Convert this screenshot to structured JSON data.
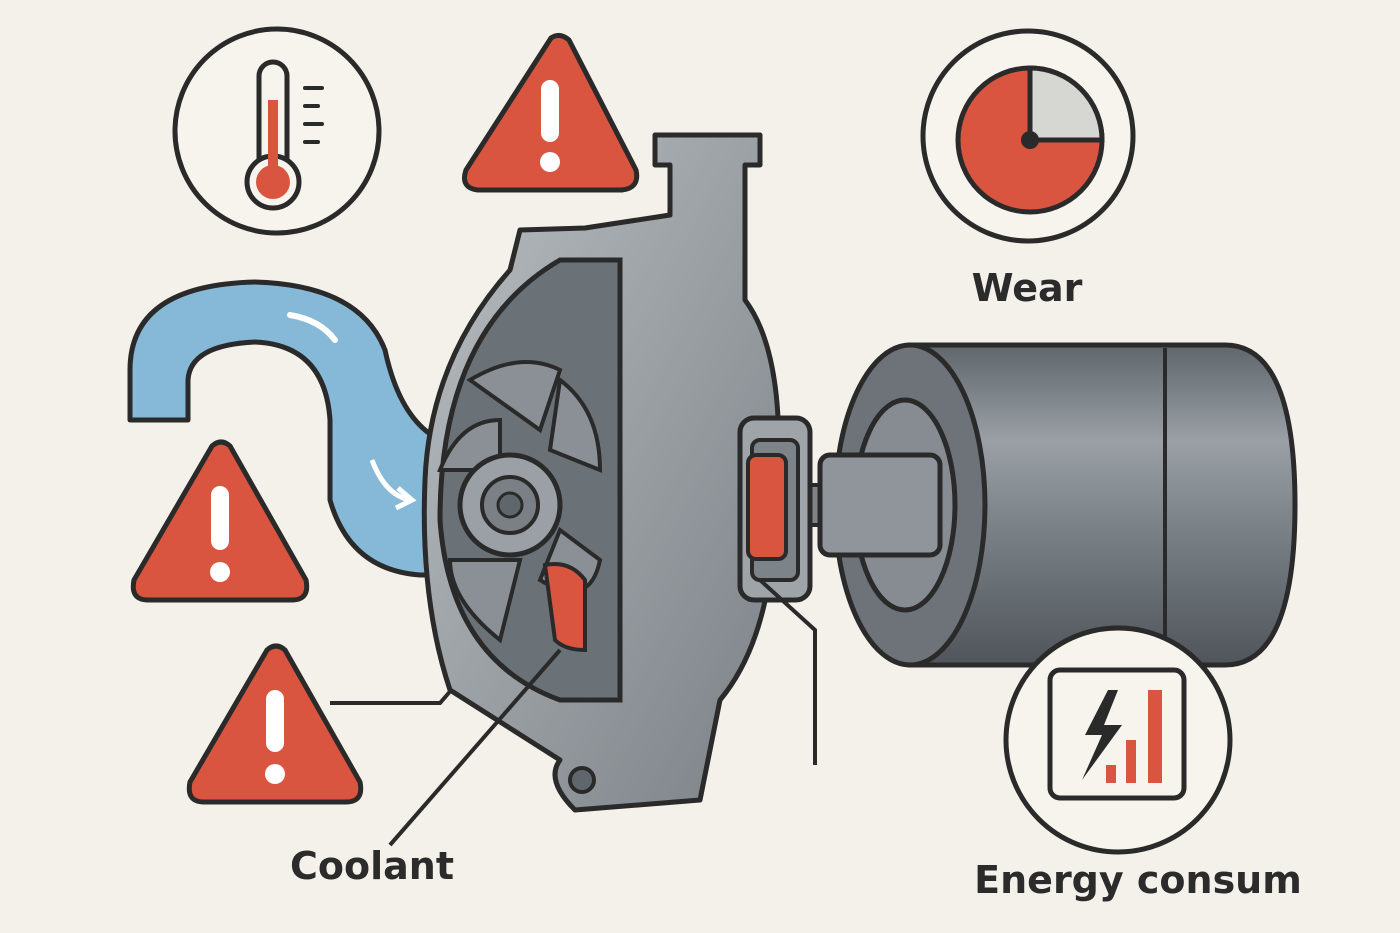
{
  "labels": {
    "wear": "Wear",
    "coolant": "Coolant",
    "energy": "Energy consum"
  },
  "icons": [
    "thermometer-icon",
    "warning-icon",
    "wear-pie-icon",
    "energy-bolt-icon"
  ],
  "colors": {
    "background": "#f4f1ea",
    "alert_red": "#d9553f",
    "outline": "#2a2a2a",
    "coolant_blue": "#86b8d8",
    "metal_gray": "#8e9499"
  },
  "wear_gauge": {
    "worn_fraction": 0.75
  }
}
